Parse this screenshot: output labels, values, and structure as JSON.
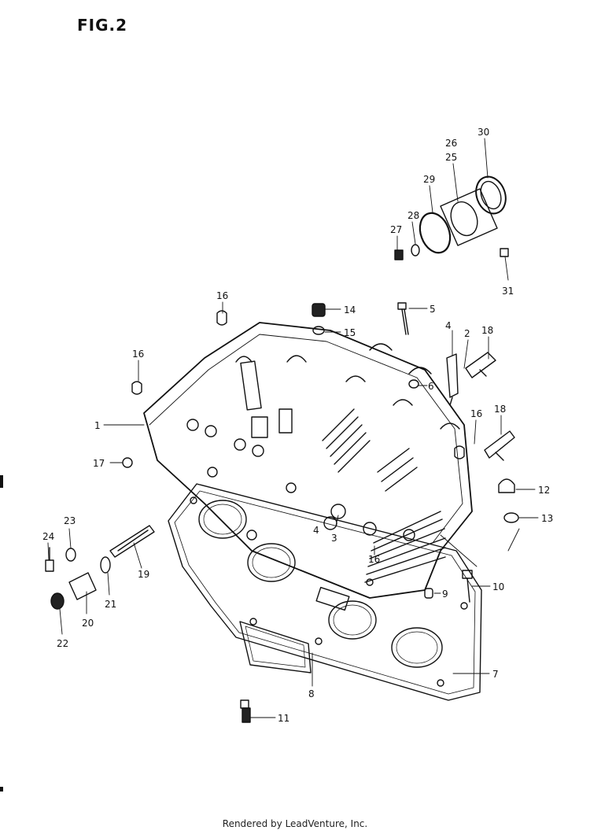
{
  "figure": {
    "title": "FIG.2",
    "footer": "Rendered by LeadVenture, Inc."
  },
  "callouts": [
    {
      "id": "1",
      "label": "1"
    },
    {
      "id": "2",
      "label": "2"
    },
    {
      "id": "3",
      "label": "3"
    },
    {
      "id": "4a",
      "label": "4"
    },
    {
      "id": "4b",
      "label": "4"
    },
    {
      "id": "5",
      "label": "5"
    },
    {
      "id": "6",
      "label": "6"
    },
    {
      "id": "7",
      "label": "7"
    },
    {
      "id": "8",
      "label": "8"
    },
    {
      "id": "9",
      "label": "9"
    },
    {
      "id": "10",
      "label": "10"
    },
    {
      "id": "11",
      "label": "11"
    },
    {
      "id": "12",
      "label": "12"
    },
    {
      "id": "13",
      "label": "13"
    },
    {
      "id": "14",
      "label": "14"
    },
    {
      "id": "15",
      "label": "15"
    },
    {
      "id": "16a",
      "label": "16"
    },
    {
      "id": "16b",
      "label": "16"
    },
    {
      "id": "16c",
      "label": "16"
    },
    {
      "id": "16d",
      "label": "16"
    },
    {
      "id": "17",
      "label": "17"
    },
    {
      "id": "18a",
      "label": "18"
    },
    {
      "id": "18b",
      "label": "18"
    },
    {
      "id": "19",
      "label": "19"
    },
    {
      "id": "20",
      "label": "20"
    },
    {
      "id": "21",
      "label": "21"
    },
    {
      "id": "22",
      "label": "22"
    },
    {
      "id": "23",
      "label": "23"
    },
    {
      "id": "24",
      "label": "24"
    },
    {
      "id": "25",
      "label": "25"
    },
    {
      "id": "26",
      "label": "26"
    },
    {
      "id": "27",
      "label": "27"
    },
    {
      "id": "28",
      "label": "28"
    },
    {
      "id": "29",
      "label": "29"
    },
    {
      "id": "30",
      "label": "30"
    },
    {
      "id": "31",
      "label": "31"
    }
  ]
}
